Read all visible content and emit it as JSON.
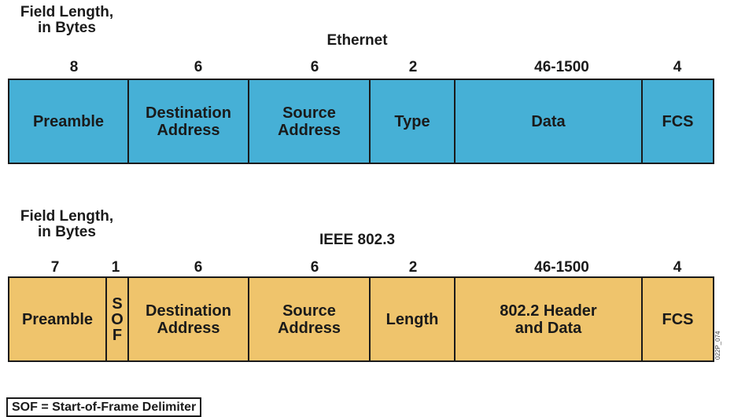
{
  "ethernet": {
    "caption_line1": "Field Length,",
    "caption_line2": "in Bytes",
    "title": "Ethernet",
    "fields": [
      {
        "length": "8",
        "label": "Preamble"
      },
      {
        "length": "6",
        "label": "Destination Address"
      },
      {
        "length": "6",
        "label": "Source Address"
      },
      {
        "length": "2",
        "label": "Type"
      },
      {
        "length": "46-1500",
        "label": "Data"
      },
      {
        "length": "4",
        "label": "FCS"
      }
    ],
    "color": "#46b0d6"
  },
  "ieee": {
    "caption_line1": "Field Length,",
    "caption_line2": "in Bytes",
    "title": "IEEE 802.3",
    "fields": [
      {
        "length": "7",
        "label": "Preamble"
      },
      {
        "length": "1",
        "label": "SOF",
        "letters": [
          "S",
          "O",
          "F"
        ]
      },
      {
        "length": "6",
        "label": "Destination Address"
      },
      {
        "length": "6",
        "label": "Source Address"
      },
      {
        "length": "2",
        "label": "Length"
      },
      {
        "length": "46-1500",
        "label": "802.2 Header and Data"
      },
      {
        "length": "4",
        "label": "FCS"
      }
    ],
    "color": "#efc46c"
  },
  "legend": "SOF = Start-of-Frame Delimiter",
  "figure_code": "022P_074"
}
